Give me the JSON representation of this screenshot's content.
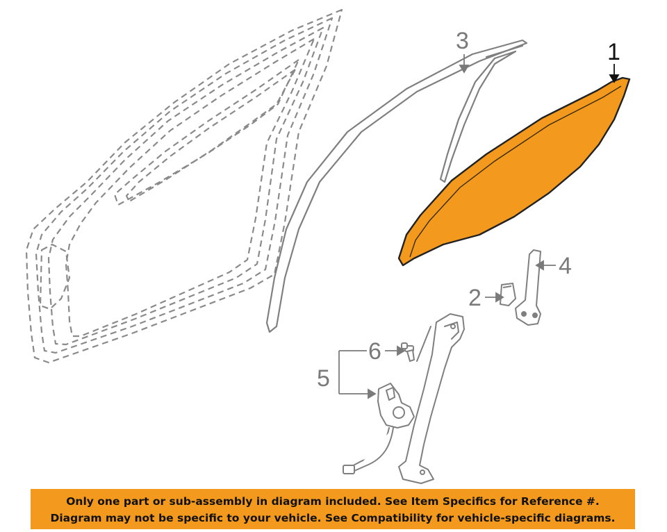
{
  "callouts": {
    "c1": "1",
    "c2": "2",
    "c3": "3",
    "c4": "4",
    "c5": "5",
    "c6": "6"
  },
  "disclaimer": {
    "line1": "Only one part or sub-assembly in diagram included. See Item Specifics for Reference #.",
    "line2": "Diagram may not be specific to your vehicle. See Compatibility for vehicle-specific diagrams."
  },
  "colors": {
    "highlight": "#f39a1e",
    "line": "#7a7a7a"
  }
}
